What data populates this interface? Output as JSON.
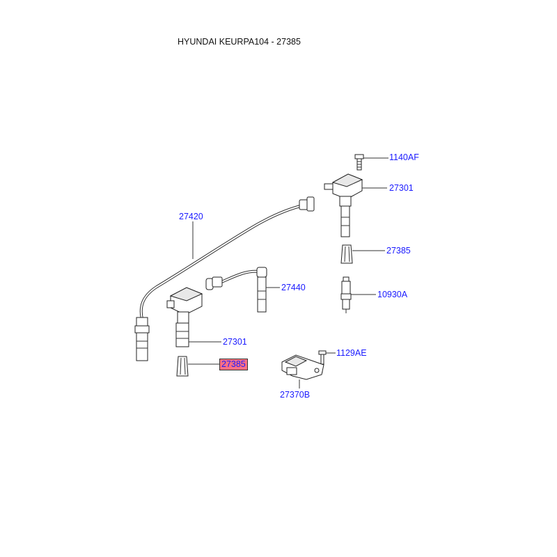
{
  "header": {
    "title": "HYUNDAI KEURPA104 - 27385"
  },
  "callouts": {
    "bolt_top": "1140AF",
    "coil_right": "27301",
    "boot_right": "27385",
    "spark_plug": "10930A",
    "cable_long": "27420",
    "cable_short": "27440",
    "coil_left": "27301",
    "boot_left": "27385",
    "bolt_small": "1129AE",
    "sensor": "27370B"
  },
  "highlight": {
    "color": "#ff6f85",
    "selected_callout": "boot_left"
  },
  "accent_colors": {
    "label_text": "#1a1aff",
    "line": "#333333"
  }
}
